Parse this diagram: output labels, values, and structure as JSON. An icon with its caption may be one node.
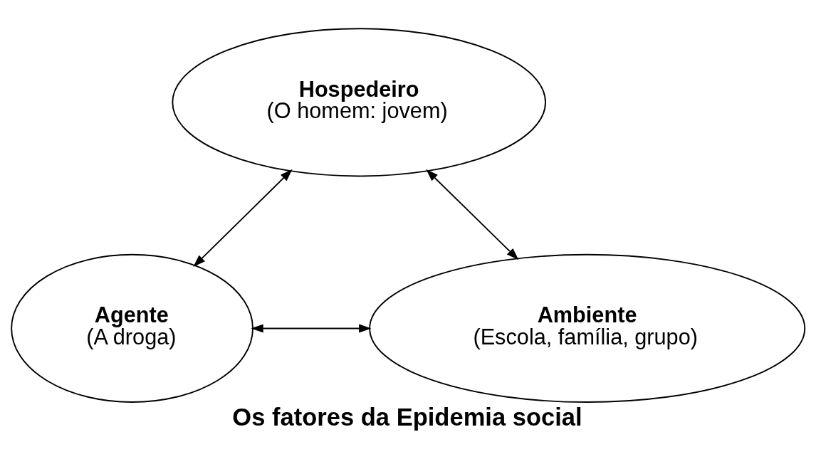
{
  "diagram": {
    "caption": "Os fatores da Epidemia social",
    "nodes": [
      {
        "text": [
          "Hospedeiro",
          "(O homem: jovem)"
        ]
      },
      {
        "text": [
          "Agente",
          "(A droga)"
        ]
      },
      {
        "text": [
          "Ambiente",
          "(Escola, família, grupo)"
        ]
      }
    ],
    "edges": [
      {
        "from": 0,
        "to": 1,
        "arrow": "both"
      },
      {
        "from": 0,
        "to": 2,
        "arrow": "both"
      },
      {
        "from": 1,
        "to": 2,
        "arrow": "both"
      }
    ]
  }
}
